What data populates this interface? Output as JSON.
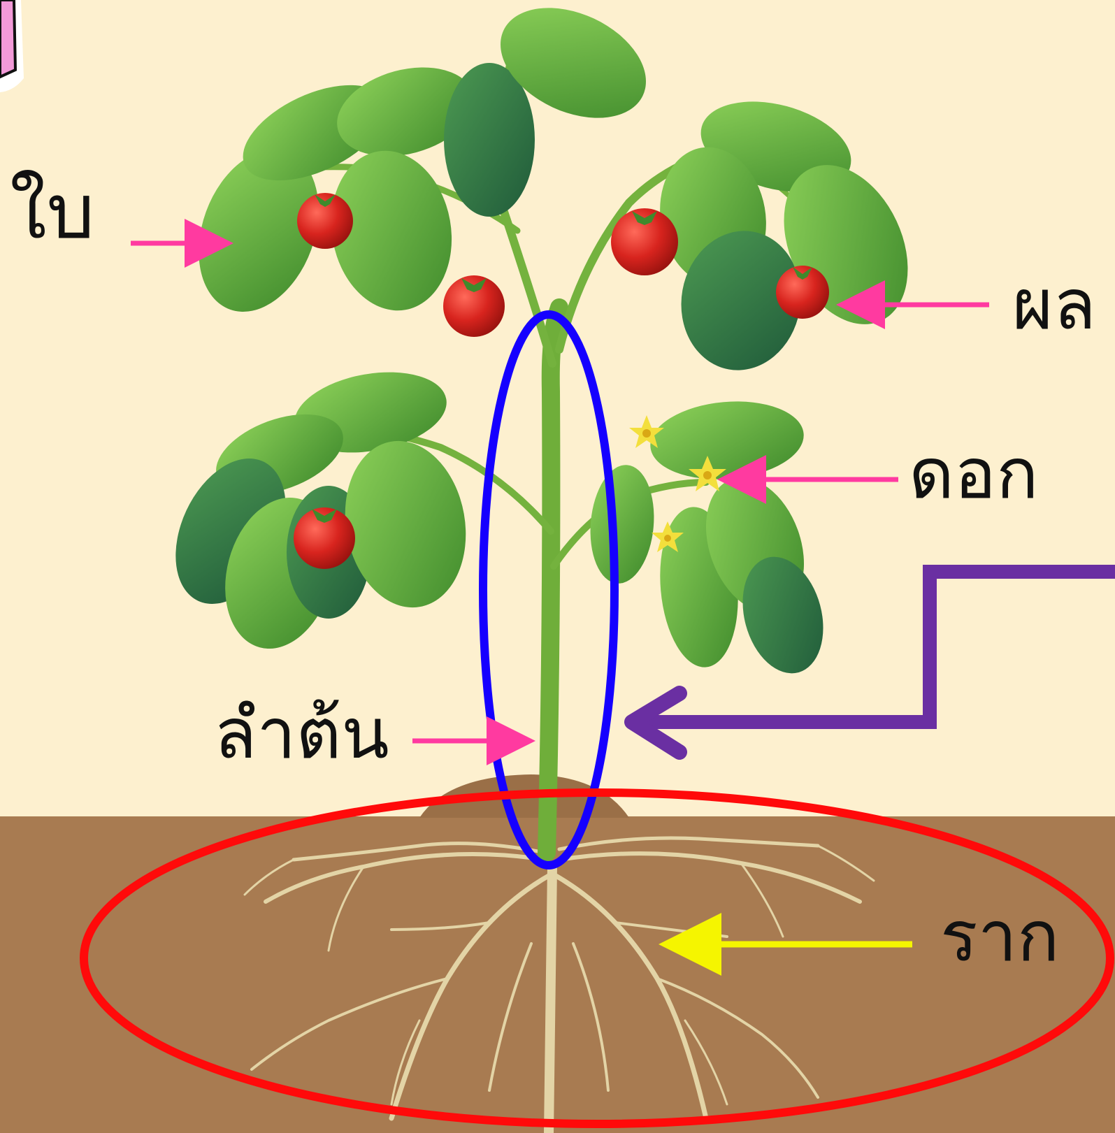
{
  "labels": {
    "leaf": "ใบ",
    "fruit": "ผล",
    "flower": "ดอก",
    "stem": "ลำต้น",
    "root": "ราก"
  },
  "colors": {
    "background": "#fdf0cf",
    "soil": "#a87b51",
    "stem_highlight": "#1500ff",
    "root_highlight": "#ff0a0a",
    "label_arrow": "#ff3aa0",
    "root_arrow": "#f5f500",
    "connector_arrow": "#6a2fa2",
    "leaf": "#5aa63a",
    "fruit": "#d8241e",
    "flower": "#f3df3c",
    "root_fiber": "#e3d4a6"
  }
}
